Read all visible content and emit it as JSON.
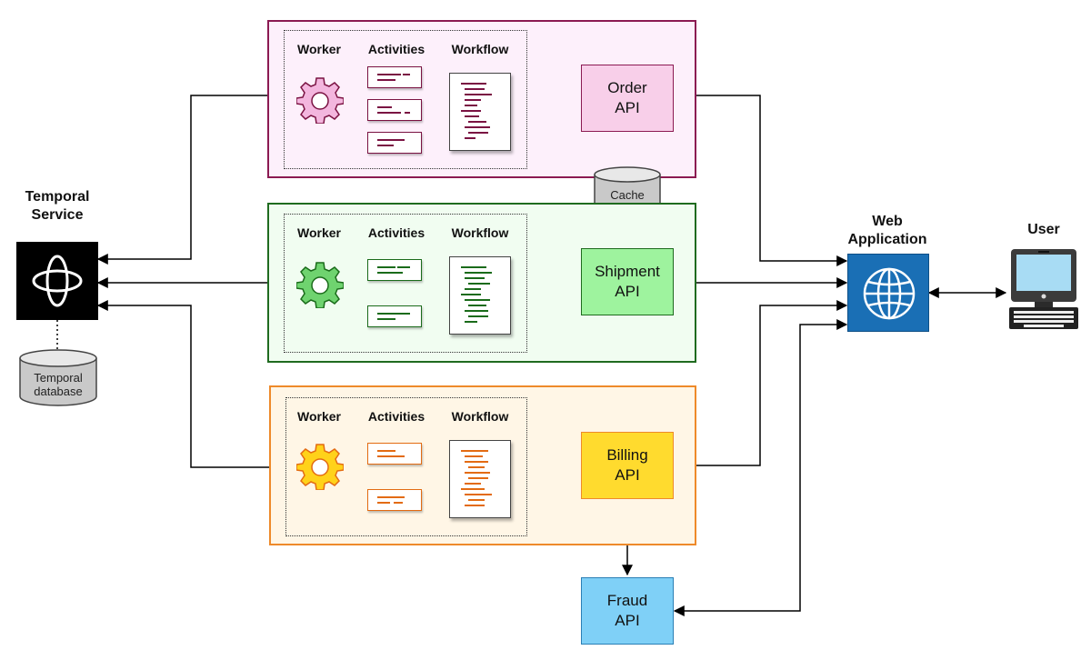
{
  "temporal": {
    "label": "Temporal\nService",
    "db_label": "Temporal\ndatabase"
  },
  "cache": {
    "label": "Cache"
  },
  "column_headers": {
    "worker": "Worker",
    "activities": "Activities",
    "workflow": "Workflow"
  },
  "services": [
    {
      "id": "order",
      "api_label": "Order\nAPI",
      "border": "#8b1a52",
      "bg": "#fdf0fb",
      "api_fill": "#f8cfe9",
      "accent": "#7a1242",
      "gear": "#f3b6de"
    },
    {
      "id": "shipment",
      "api_label": "Shipment\nAPI",
      "border": "#1f6b1f",
      "bg": "#f1fdf1",
      "api_fill": "#9ef39e",
      "accent": "#1a6b1a",
      "gear": "#6fd36f"
    },
    {
      "id": "billing",
      "api_label": "Billing\nAPI",
      "border": "#ee8a2a",
      "bg": "#fff6e6",
      "api_fill": "#ffdb2e",
      "accent": "#e36b12",
      "gear": "#ffd21a"
    }
  ],
  "fraud": {
    "label": "Fraud\nAPI",
    "fill": "#7fd0f7"
  },
  "web_app": {
    "label": "Web\nApplication",
    "fill": "#1a6fb5"
  },
  "user": {
    "label": "User"
  }
}
